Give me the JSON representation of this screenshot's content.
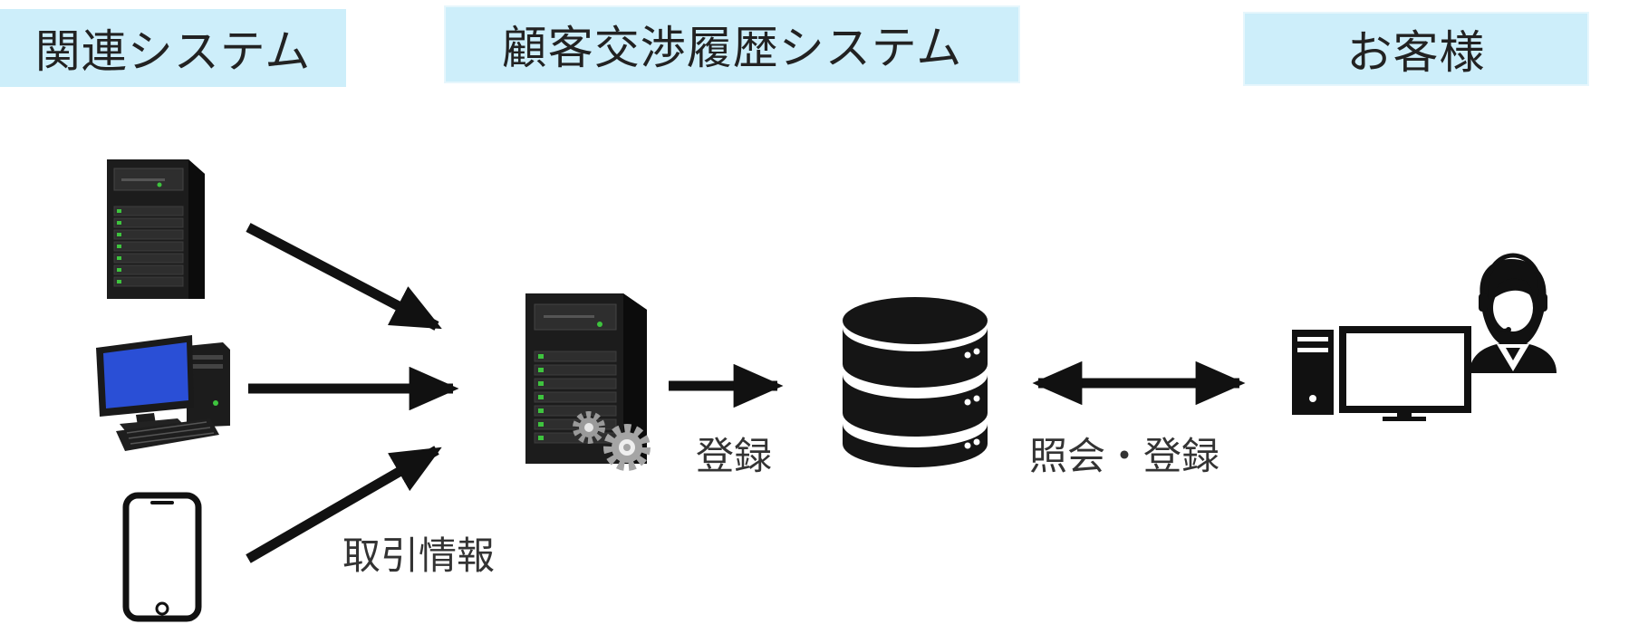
{
  "headers": {
    "related_systems": "関連システム",
    "interaction_history_system": "顧客交渉履歴システム",
    "customer": "お客様"
  },
  "labels": {
    "transaction_info": "取引情報",
    "register": "登録",
    "query_register": "照会・登録"
  },
  "icons": {
    "source_server": "server-tower-icon",
    "source_desktop": "desktop-computer-icon",
    "source_phone": "smartphone-icon",
    "central_server": "server-with-gears-icon",
    "database": "database-icon",
    "operator_pc": "desktop-pc-icon",
    "operator": "call-center-operator-icon"
  },
  "colors": {
    "header_fill": "#cdeefa",
    "icon_dark": "#1a1a1a",
    "led_green": "#3ec43e",
    "monitor_blue": "#2a4fd6"
  }
}
